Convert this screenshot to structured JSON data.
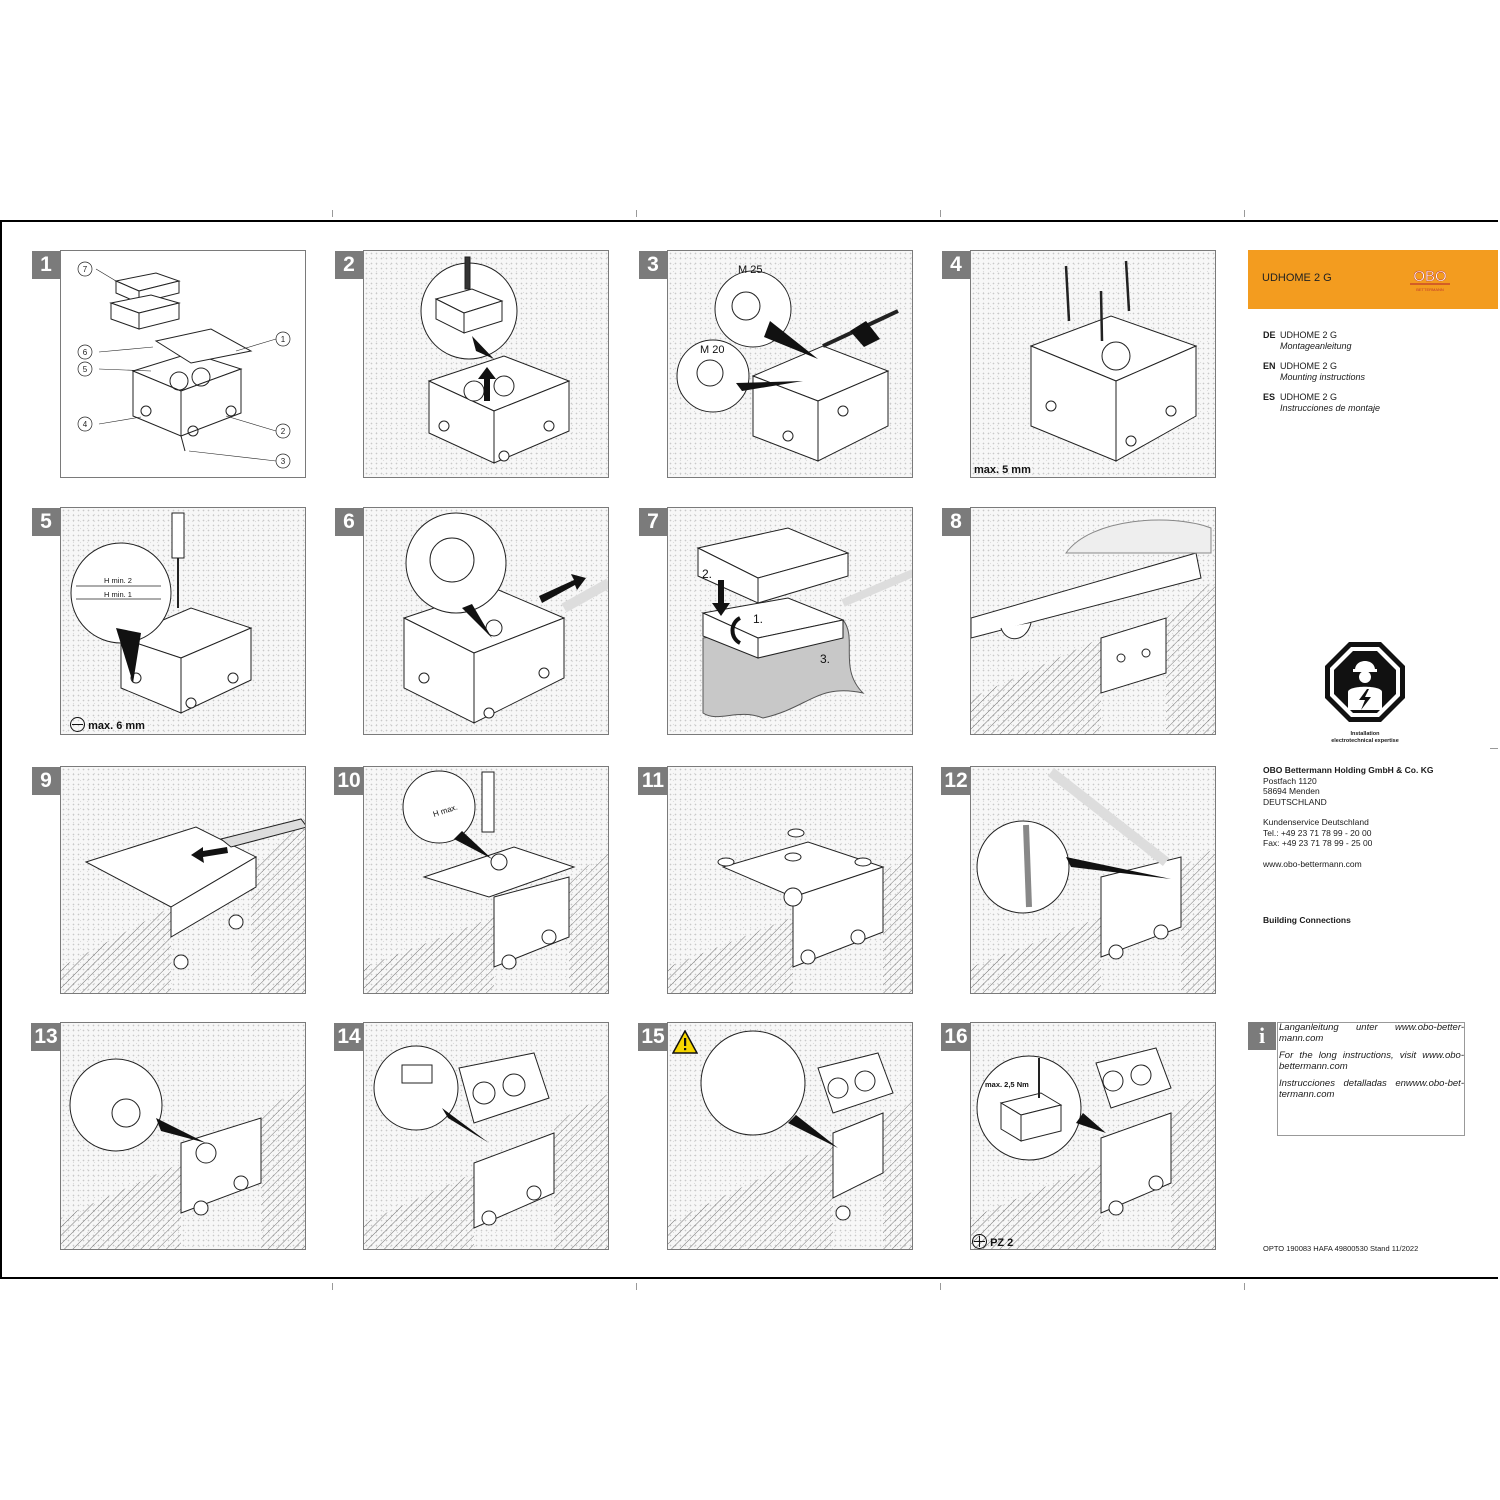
{
  "panels": [
    {
      "num": "1",
      "note": ""
    },
    {
      "num": "2",
      "note": ""
    },
    {
      "num": "3",
      "note": ""
    },
    {
      "num": "4",
      "note": "max. 5 mm"
    },
    {
      "num": "5",
      "note": "max. 6 mm"
    },
    {
      "num": "6",
      "note": ""
    },
    {
      "num": "7",
      "note": ""
    },
    {
      "num": "8",
      "note": ""
    },
    {
      "num": "9",
      "note": ""
    },
    {
      "num": "10",
      "note": ""
    },
    {
      "num": "11",
      "note": ""
    },
    {
      "num": "12",
      "note": ""
    },
    {
      "num": "13",
      "note": ""
    },
    {
      "num": "14",
      "note": ""
    },
    {
      "num": "15",
      "note": ""
    },
    {
      "num": "16",
      "note": "PZ 2"
    }
  ],
  "callouts": {
    "p1": [
      "7",
      "6",
      "5",
      "4",
      "1",
      "2",
      "3"
    ],
    "p3_m25": "M 25",
    "p3_m20": "M 20",
    "p5_hmin2": "H min. 2",
    "p5_hmin1": "H min. 1",
    "p7_step1": "1.",
    "p7_step2": "2.",
    "p7_step3": "3.",
    "p10_hmax": "H max.",
    "p16_torque": "max. 2,5 Nm"
  },
  "product": "UDHOME 2 G",
  "brand": {
    "logo_text": "OBO",
    "logo_sub": "BETTERMANN",
    "accent": "#f39c1f"
  },
  "languages": [
    {
      "code": "DE",
      "name": "UDHOME 2 G",
      "desc": "Montageanleitung"
    },
    {
      "code": "EN",
      "name": "UDHOME 2 G",
      "desc": "Mounting instructions"
    },
    {
      "code": "ES",
      "name": "UDHOME 2 G",
      "desc": "Instrucciones de montaje"
    }
  ],
  "expert": {
    "line1": "Installation",
    "line2": "electrotechnical expertise"
  },
  "address": {
    "company": "OBO Bettermann Holding GmbH & Co. KG",
    "postbox": "Postfach 1120",
    "city": "58694 Menden",
    "country": "DEUTSCHLAND",
    "service": "Kundenservice Deutschland",
    "tel": "Tel.: +49 23 71 78 99 - 20 00",
    "fax": "Fax: +49 23 71 78 99 - 25 00",
    "web": "www.obo-bettermann.com"
  },
  "tagline": "Building Connections",
  "info": {
    "icon": "i",
    "de": "Langanleitung unter www.obo-better-mann.com",
    "en": "For the long instructions, visit www.obo-bettermann.com",
    "es": "Instrucciones detalladas enwww.obo-bet-termann.com"
  },
  "footer": "OPTO 190083 HAFA 49800530 Stand 11/2022"
}
